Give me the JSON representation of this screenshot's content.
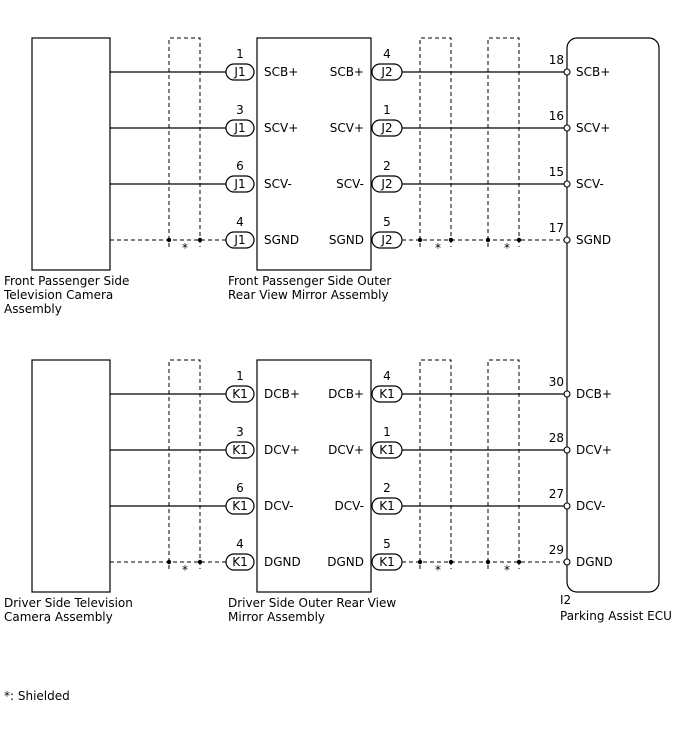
{
  "components": {
    "front_camera": [
      "Front Passenger Side",
      "Television Camera",
      "Assembly"
    ],
    "front_mirror": [
      "Front Passenger Side Outer",
      "Rear View Mirror Assembly"
    ],
    "driver_camera": [
      "Driver Side Television",
      "Camera Assembly"
    ],
    "driver_mirror": [
      "Driver Side Outer Rear View",
      "Mirror Assembly"
    ],
    "ecu_code": "I2",
    "ecu_name": "Parking Assist ECU"
  },
  "groups": [
    {
      "left_connector": "J1",
      "right_connector": "J2",
      "rows": [
        {
          "left_pin": "1",
          "mirror_left_label": "SCB+",
          "mirror_right_label": "SCB+",
          "right_pin": "4",
          "ecu_pin": "18",
          "ecu_label": "SCB+",
          "shield": false
        },
        {
          "left_pin": "3",
          "mirror_left_label": "SCV+",
          "mirror_right_label": "SCV+",
          "right_pin": "1",
          "ecu_pin": "16",
          "ecu_label": "SCV+",
          "shield": false
        },
        {
          "left_pin": "6",
          "mirror_left_label": "SCV-",
          "mirror_right_label": "SCV-",
          "right_pin": "2",
          "ecu_pin": "15",
          "ecu_label": "SCV-",
          "shield": false
        },
        {
          "left_pin": "4",
          "mirror_left_label": "SGND",
          "mirror_right_label": "SGND",
          "right_pin": "5",
          "ecu_pin": "17",
          "ecu_label": "SGND",
          "shield": true
        }
      ]
    },
    {
      "left_connector": "K1",
      "right_connector": "K1",
      "rows": [
        {
          "left_pin": "1",
          "mirror_left_label": "DCB+",
          "mirror_right_label": "DCB+",
          "right_pin": "4",
          "ecu_pin": "30",
          "ecu_label": "DCB+",
          "shield": false
        },
        {
          "left_pin": "3",
          "mirror_left_label": "DCV+",
          "mirror_right_label": "DCV+",
          "right_pin": "1",
          "ecu_pin": "28",
          "ecu_label": "DCV+",
          "shield": false
        },
        {
          "left_pin": "6",
          "mirror_left_label": "DCV-",
          "mirror_right_label": "DCV-",
          "right_pin": "2",
          "ecu_pin": "27",
          "ecu_label": "DCV-",
          "shield": false
        },
        {
          "left_pin": "4",
          "mirror_left_label": "DGND",
          "mirror_right_label": "DGND",
          "right_pin": "5",
          "ecu_pin": "29",
          "ecu_label": "DGND",
          "shield": true
        }
      ]
    }
  ],
  "shield_mark": "*",
  "legend": "*: Shielded"
}
